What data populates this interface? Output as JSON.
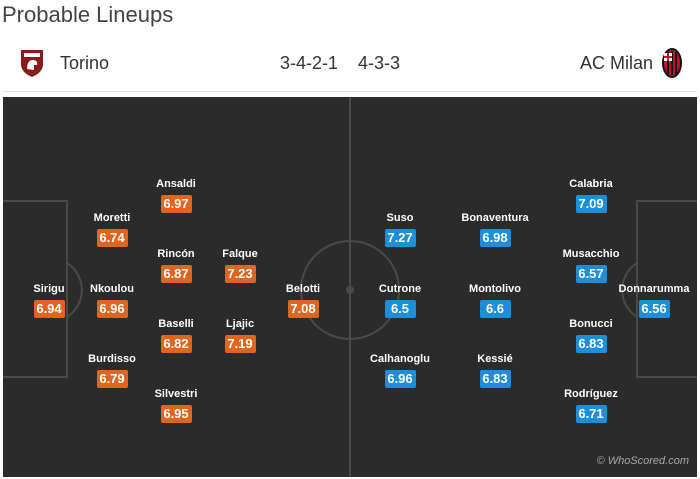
{
  "page_title": "Probable Lineups",
  "home_team": {
    "name": "Torino",
    "formation": "3-4-2-1",
    "crest_icon": "torino-crest-icon",
    "rating_color": "#e0651f"
  },
  "away_team": {
    "name": "AC Milan",
    "formation": "4-3-3",
    "crest_icon": "ac-milan-crest-icon",
    "rating_color": "#1d8fd8"
  },
  "home_players": [
    {
      "name": "Sirigu",
      "rating": "6.94"
    },
    {
      "name": "Moretti",
      "rating": "6.74"
    },
    {
      "name": "Nkoulou",
      "rating": "6.96"
    },
    {
      "name": "Burdisso",
      "rating": "6.79"
    },
    {
      "name": "Ansaldi",
      "rating": "6.97"
    },
    {
      "name": "Rincón",
      "rating": "6.87"
    },
    {
      "name": "Baselli",
      "rating": "6.82"
    },
    {
      "name": "Silvestri",
      "rating": "6.95"
    },
    {
      "name": "Falque",
      "rating": "7.23"
    },
    {
      "name": "Ljajic",
      "rating": "7.19"
    },
    {
      "name": "Belotti",
      "rating": "7.08"
    }
  ],
  "away_players": [
    {
      "name": "Suso",
      "rating": "7.27"
    },
    {
      "name": "Cutrone",
      "rating": "6.5"
    },
    {
      "name": "Calhanoglu",
      "rating": "6.96"
    },
    {
      "name": "Bonaventura",
      "rating": "6.98"
    },
    {
      "name": "Montolivo",
      "rating": "6.6"
    },
    {
      "name": "Kessié",
      "rating": "6.83"
    },
    {
      "name": "Calabria",
      "rating": "7.09"
    },
    {
      "name": "Musacchio",
      "rating": "6.57"
    },
    {
      "name": "Bonucci",
      "rating": "6.83"
    },
    {
      "name": "Rodríguez",
      "rating": "6.71"
    },
    {
      "name": "Donnarumma",
      "rating": "6.56"
    }
  ],
  "watermark": "© WhoScored.com"
}
